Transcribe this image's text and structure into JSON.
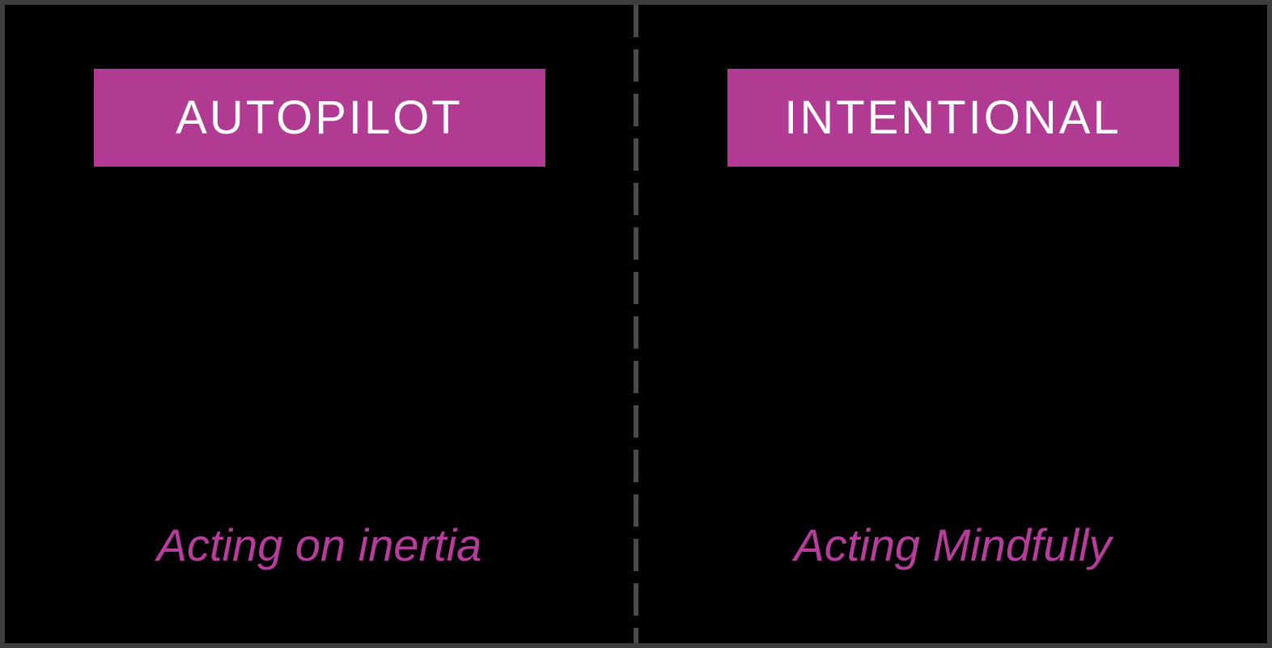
{
  "panels": [
    {
      "header_label": "AUTOPILOT",
      "caption": "Acting on inertia"
    },
    {
      "header_label": "INTENTIONAL",
      "caption": "Acting Mindfully"
    }
  ],
  "colors": {
    "background": "#000000",
    "frame_border": "#3d3d3d",
    "divider": "#4a4a4a",
    "accent": "#b13a93",
    "header_text": "#ffffff",
    "caption_text": "#b83c9c"
  }
}
